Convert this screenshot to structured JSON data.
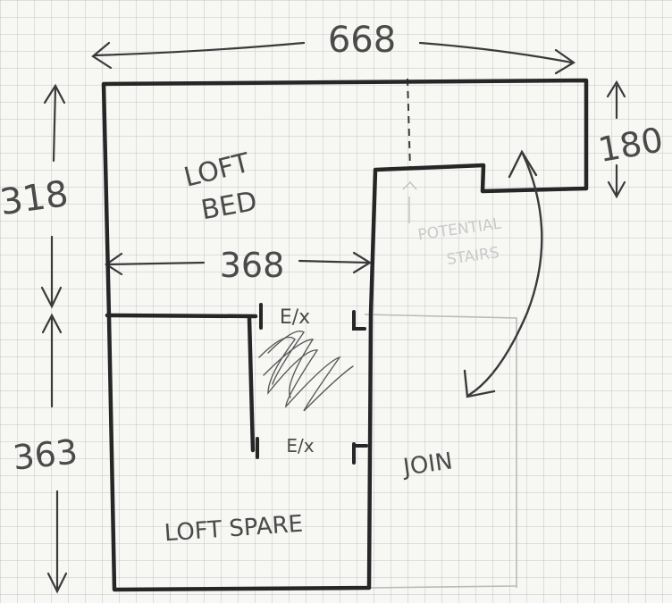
{
  "dimensions": {
    "top_width": "668",
    "loft_bed_height": "318",
    "right_wing_height": "180",
    "loft_bed_width": "368",
    "loft_spare_height": "363"
  },
  "rooms": {
    "loft_bed_line1": "LOFT",
    "loft_bed_line2": "BED",
    "loft_spare": "LOFT SPARE",
    "join": "JOIN",
    "faint_line1": "POTENTIAL",
    "faint_line2": "STAIRS"
  },
  "fixtures": {
    "ex_upper": "E/x",
    "ex_lower": "E/x"
  },
  "colors": {
    "ink": "#2b2b2b",
    "pencil": "#4a4a4a",
    "faint_pencil": "#bdbdbd"
  }
}
